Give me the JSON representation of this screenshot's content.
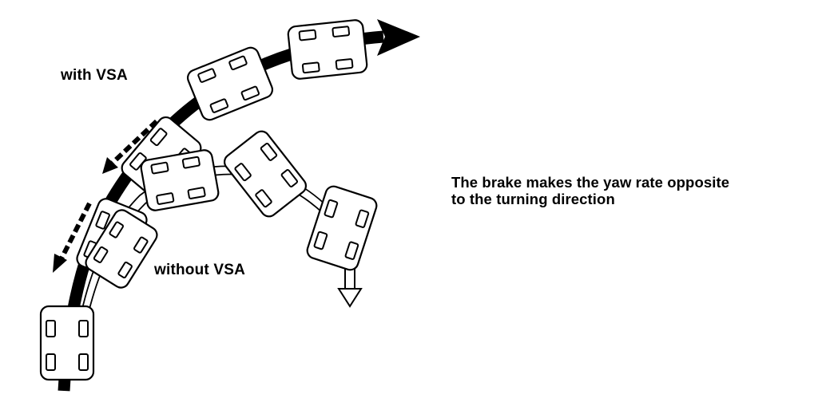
{
  "diagram": {
    "label_with_vsa": "with VSA",
    "label_without_vsa": "without VSA",
    "caption": {
      "line1": "The brake makes the yaw rate opposite",
      "line2": "to the turning direction"
    },
    "colors": {
      "ink": "#000000",
      "background": "#ffffff"
    },
    "icons": [
      "car-icon",
      "path-arrow-icon",
      "yaw-arrow-icon",
      "drift-arrow-icon"
    ]
  }
}
